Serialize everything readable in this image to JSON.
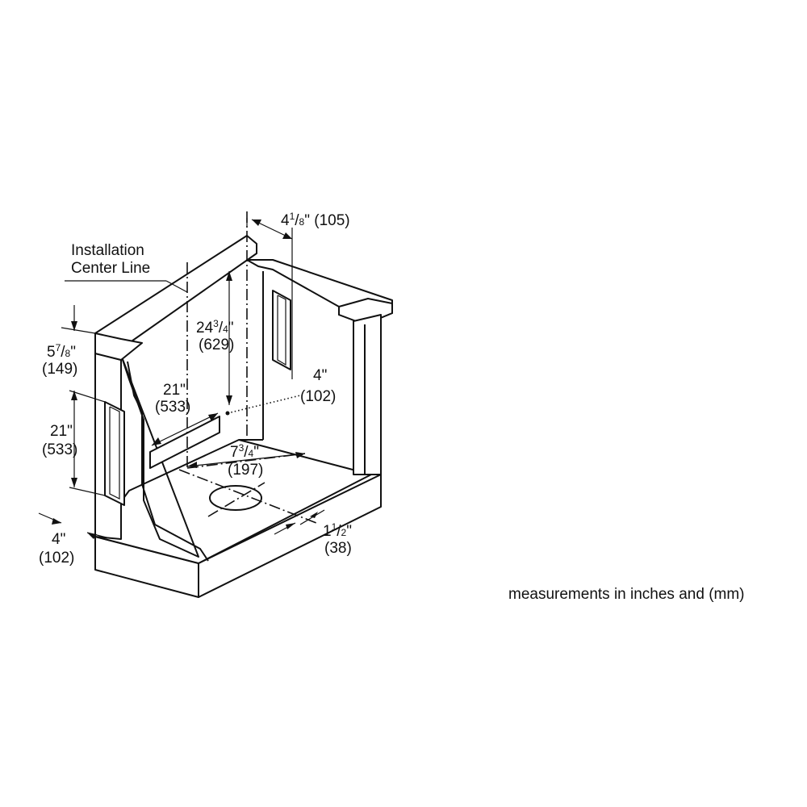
{
  "labels": {
    "center_line_1": "Installation",
    "center_line_2": "Center Line",
    "top_offset_whole": "4",
    "top_offset_num": "1",
    "top_offset_den": "8",
    "top_offset_rest": "\" (105)",
    "height_whole": "24",
    "height_num": "3",
    "height_den": "4",
    "height_quote": "\"",
    "height_mm": "(629)",
    "side_gap_whole": "5",
    "side_gap_num": "7",
    "side_gap_den": "8",
    "side_gap_quote": "\"",
    "side_gap_mm": "(149)",
    "back_width_in": "21\"",
    "back_width_mm": "(533)",
    "side_height_in": "21\"",
    "side_height_mm": "(533)",
    "back_offset_in": "4\"",
    "back_offset_mm": "(102)",
    "depth_whole": "7",
    "depth_num": "3",
    "depth_den": "4",
    "depth_quote": "\"",
    "depth_mm": "(197)",
    "front_gap_whole": "1",
    "front_gap_num": "1",
    "front_gap_den": "2",
    "front_gap_quote": "\"",
    "front_gap_mm": "(38)",
    "side_offset_in": "4\"",
    "side_offset_mm": "(102)"
  },
  "note": "measurements in inches and (mm)"
}
